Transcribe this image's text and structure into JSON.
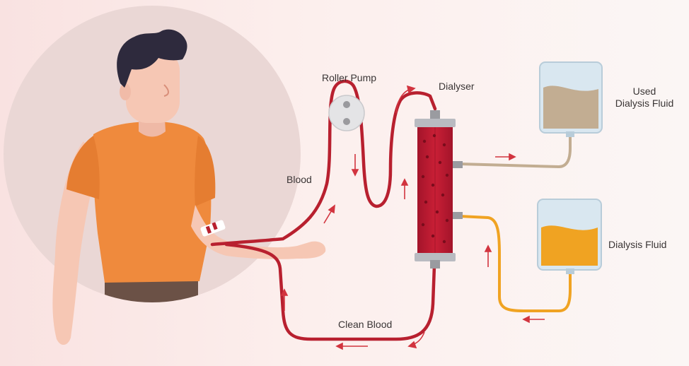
{
  "labels": {
    "roller_pump": "Roller Pump",
    "dialyser": "Dialyser",
    "used_fluid": "Used\nDialysis Fluid",
    "blood": "Blood",
    "dialysis_fluid": "Dialysis Fluid",
    "clean_blood": "Clean Blood"
  },
  "icons": [
    "person",
    "roller-pump",
    "dialyser",
    "used-fluid-bag",
    "fresh-fluid-bag",
    "flow-arrow"
  ],
  "colors": {
    "blood_tube": "#b8202f",
    "fresh_fluid": "#f0a322",
    "used_fluid": "#c2ad92",
    "shirt": "#ef8a3d",
    "hair": "#2e2a3d",
    "skin": "#f6c7b4",
    "arrow": "#d2343f"
  }
}
